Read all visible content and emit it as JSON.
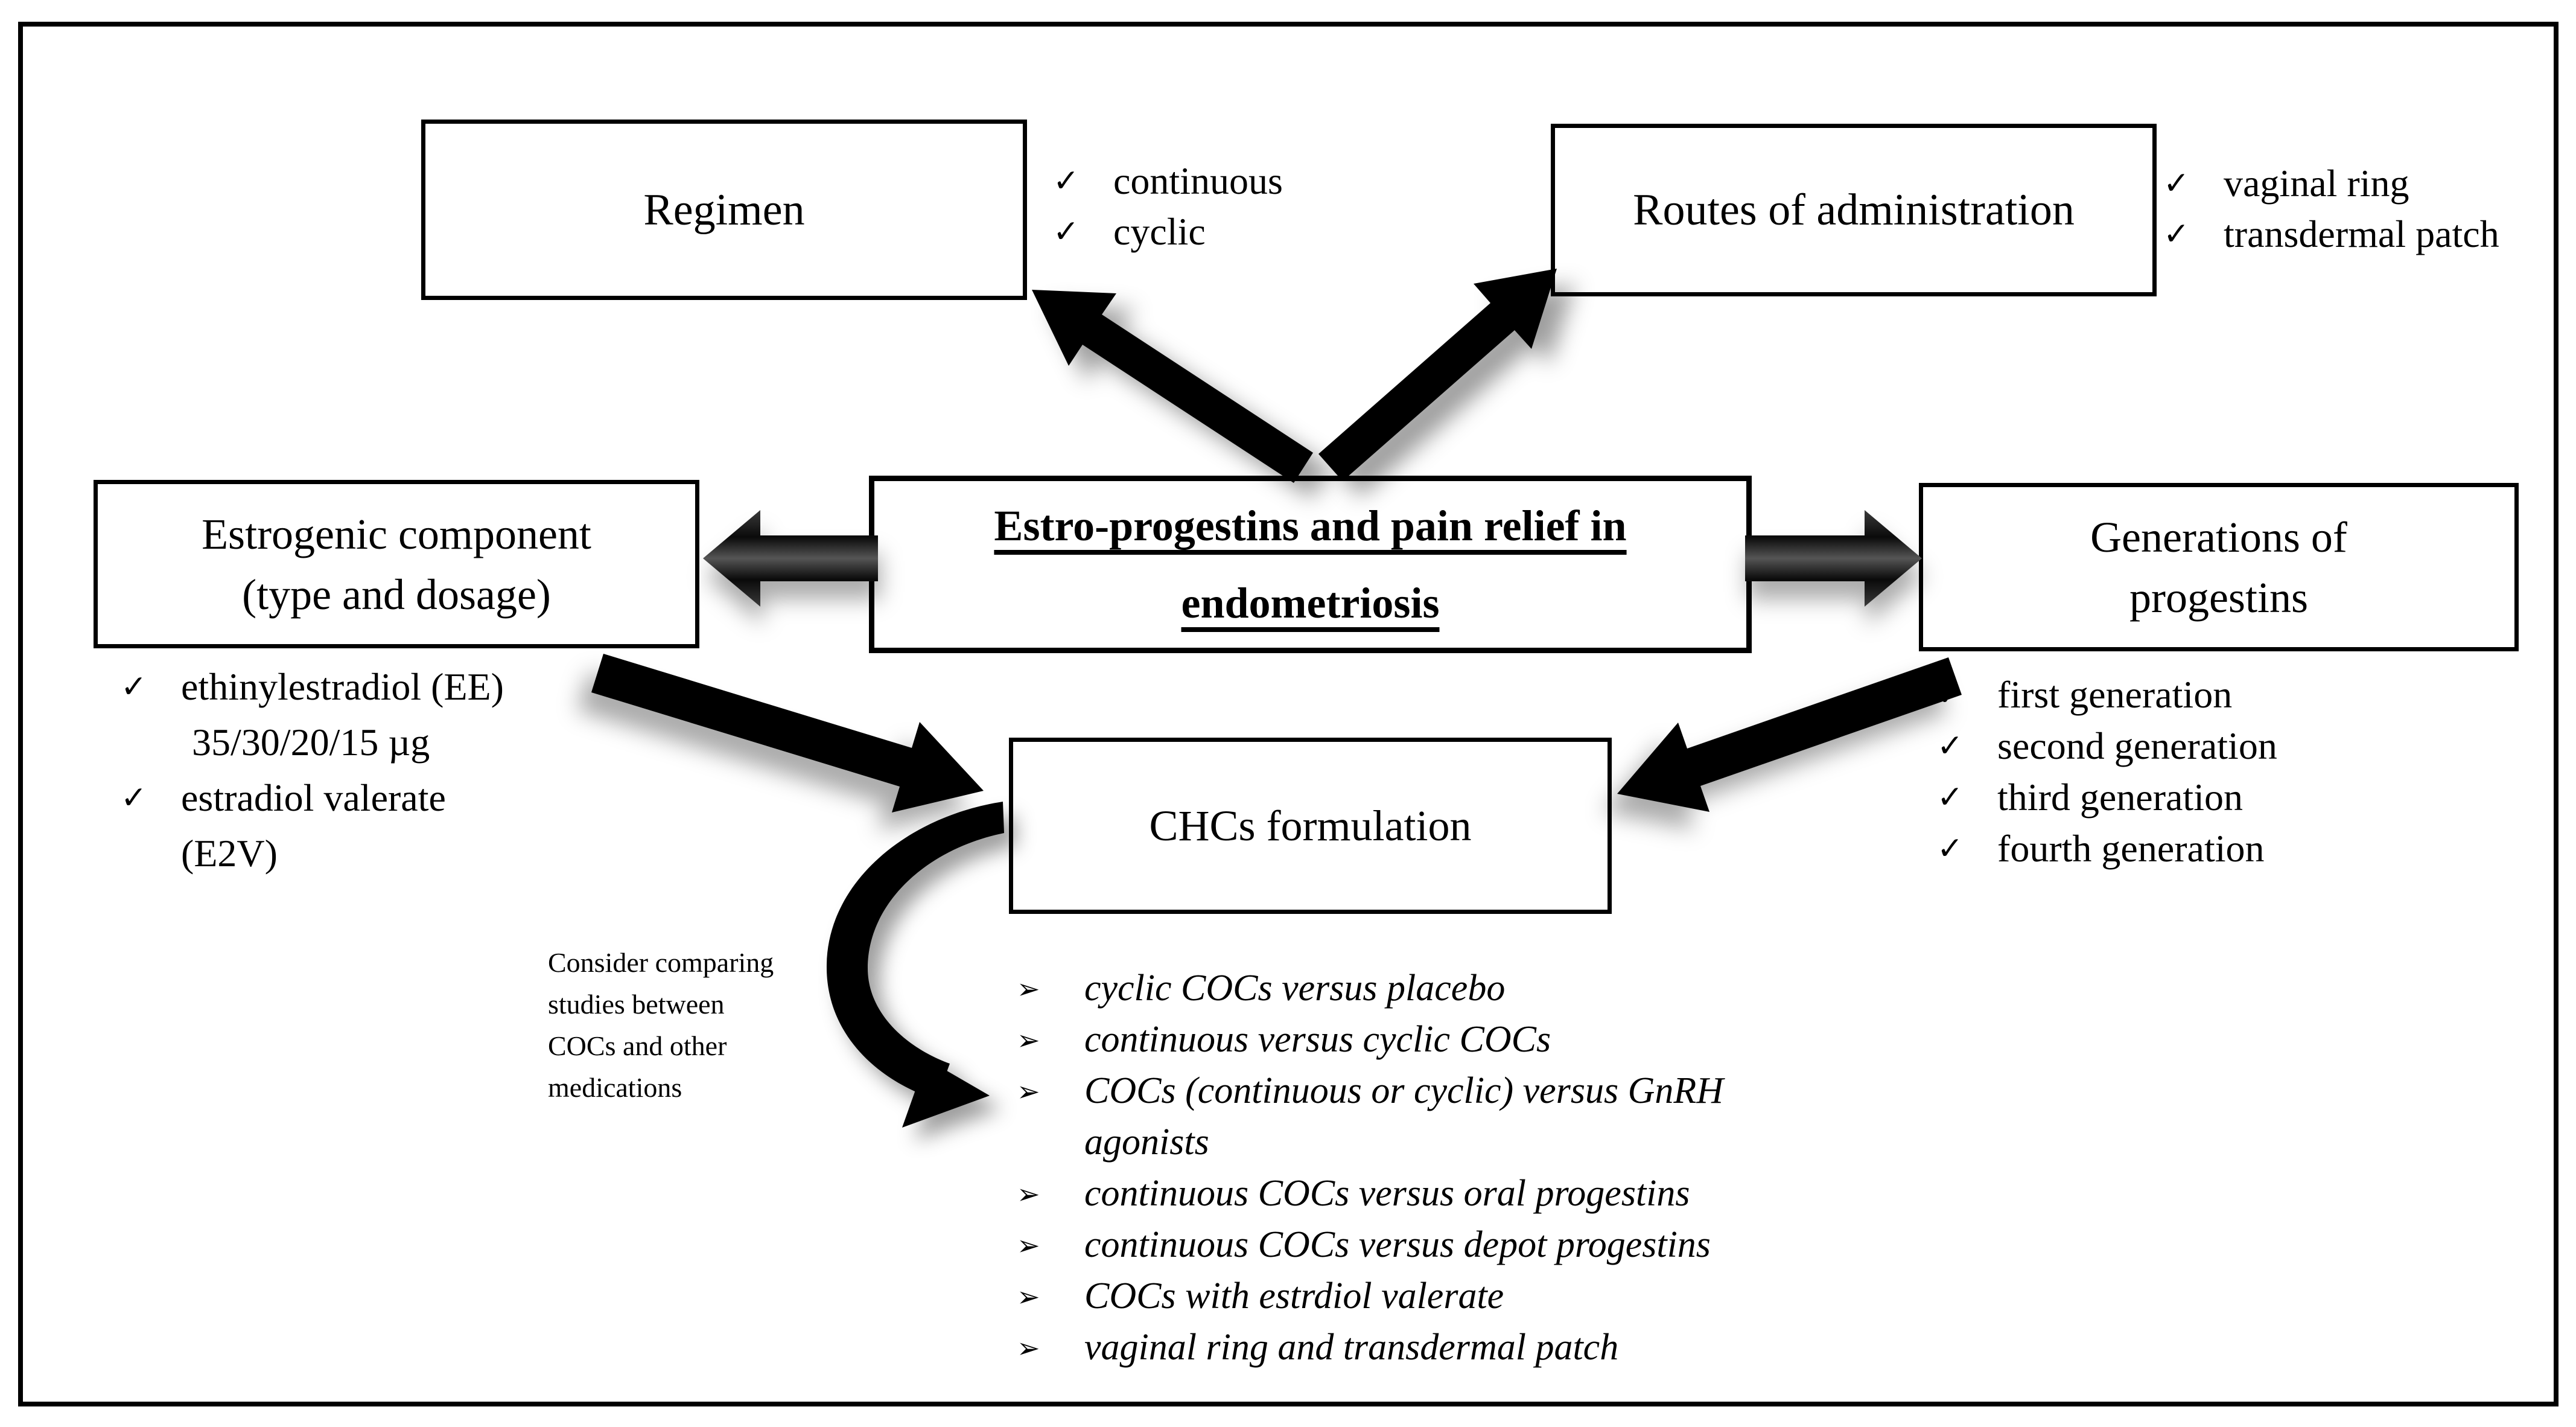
{
  "colors": {
    "ink": "#000000",
    "paper": "#ffffff"
  },
  "icons": {
    "check": "✓",
    "bullet": "➢"
  },
  "center": {
    "title": [
      "Estro-progestins and pain relief in",
      "endometriosis"
    ]
  },
  "regimen": {
    "title": "Regimen",
    "items": [
      "continuous",
      "cyclic"
    ]
  },
  "routes": {
    "title": "Routes of administration",
    "items": [
      "vaginal ring",
      "transdermal patch"
    ]
  },
  "estrogenic": {
    "title": [
      "Estrogenic component",
      "(type and dosage)"
    ],
    "item_lines": [
      "ethinylestradiol (EE)",
      "35/30/20/15 µg",
      "estradiol valerate",
      "(E2V)"
    ]
  },
  "generations": {
    "title": [
      "Generations of",
      "progestins"
    ],
    "items": [
      "first generation",
      "second generation",
      "third generation",
      "fourth generation"
    ]
  },
  "chcs": {
    "title": "CHCs formulation",
    "comparison_lines": [
      "cyclic COCs versus placebo",
      "continuous versus cyclic COCs",
      "COCs (continuous or cyclic) versus GnRH",
      "agonists",
      "continuous COCs versus oral progestins",
      "continuous COCs versus depot progestins",
      "COCs with estrdiol valerate",
      "vaginal ring and transdermal patch"
    ]
  },
  "note": {
    "lines": [
      "Consider comparing",
      "studies between",
      "COCs and other",
      "medications"
    ]
  }
}
